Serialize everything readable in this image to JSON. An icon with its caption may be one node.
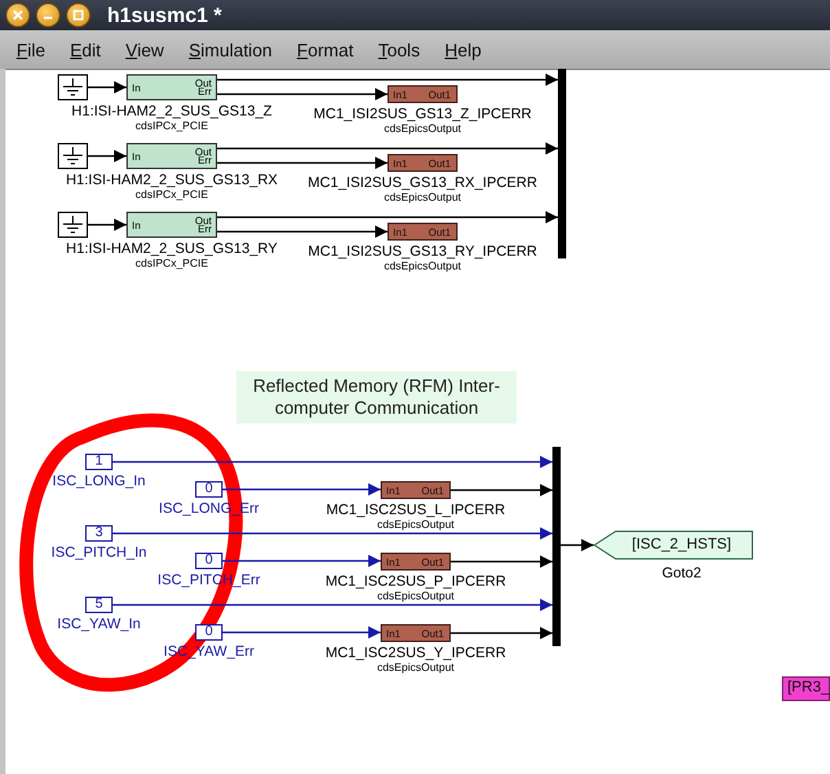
{
  "diagram": {
    "nodes": [
      {
        "text": [],
        "shape": "box"
      },
      {
        "text": [
          "In",
          "Out",
          "Err"
        ],
        "beside": [
          "H1:ISI-HAM2_2_SUS_GS13_Z",
          "cdsIPCx_PCIE"
        ]
      },
      {
        "text": [
          "In1",
          "Out1"
        ],
        "beside": [
          "MC1_ISI2SUS_GS13_Z_IPCERR",
          "cdsEpicsOutput"
        ]
      },
      {
        "text": [],
        "shape": "box"
      },
      {
        "text": [
          "In",
          "Out",
          "Err"
        ],
        "beside": [
          "H1:ISI-HAM2_2_SUS_GS13_RX",
          "cdsIPCx_PCIE"
        ]
      },
      {
        "text": [
          "In1",
          "Out1"
        ],
        "beside": [
          "MC1_ISI2SUS_GS13_RX_IPCERR",
          "cdsEpicsOutput"
        ]
      },
      {
        "text": [],
        "shape": "box"
      },
      {
        "text": [
          "In",
          "Out",
          "Err"
        ],
        "beside": [
          "H1:ISI-HAM2_2_SUS_GS13_RY",
          "cdsIPCx_PCIE"
        ]
      },
      {
        "text": [
          "In1",
          "Out1"
        ],
        "beside": [
          "MC1_ISI2SUS_GS13_RY_IPCERR",
          "cdsEpicsOutput"
        ]
      },
      {
        "text": [],
        "shape": "bar"
      },
      {
        "text": [
          "Reflected Memory (RFM) Inter-computer Communication"
        ]
      },
      {
        "text": [
          "1"
        ],
        "beside": [
          "ISC_LONG_In"
        ]
      },
      {
        "text": [
          "0"
        ],
        "beside": [
          "ISC_LONG_Err"
        ]
      },
      {
        "text": [
          "In1",
          "Out1"
        ],
        "beside": [
          "MC1_ISC2SUS_L_IPCERR",
          "cdsEpicsOutput"
        ]
      },
      {
        "text": [
          "3"
        ],
        "beside": [
          "ISC_PITCH_In"
        ]
      },
      {
        "text": [
          "0"
        ],
        "beside": [
          "ISC_PITCH_Err"
        ]
      },
      {
        "text": [
          "In1",
          "Out1"
        ],
        "beside": [
          "MC1_ISC2SUS_P_IPCERR",
          "cdsEpicsOutput"
        ]
      },
      {
        "text": [
          "5"
        ],
        "beside": [
          "ISC_YAW_In"
        ]
      },
      {
        "text": [
          "0"
        ],
        "beside": [
          "ISC_YAW_Err"
        ]
      },
      {
        "text": [
          "In1",
          "Out1"
        ],
        "beside": [
          "MC1_ISC2SUS_Y_IPCERR",
          "cdsEpicsOutput"
        ]
      },
      {
        "text": [],
        "shape": "bar"
      },
      {
        "text": [
          "[ISC_2_HSTS]"
        ],
        "beside": [
          "Goto2"
        ]
      },
      {
        "text": [
          "[PR3_"
        ]
      }
    ],
    "edges": [
      {
        "from": 0,
        "to": 1,
        "arrow": "to"
      },
      {
        "from": 1,
        "to": 9,
        "arrow": "to"
      },
      {
        "from": 1,
        "to": 2,
        "arrow": "to"
      },
      {
        "from": 3,
        "to": 4,
        "arrow": "to"
      },
      {
        "from": 4,
        "to": 9,
        "arrow": "to"
      },
      {
        "from": 4,
        "to": 5,
        "arrow": "to"
      },
      {
        "from": 6,
        "to": 7,
        "arrow": "to"
      },
      {
        "from": 7,
        "to": 9,
        "arrow": "to"
      },
      {
        "from": 7,
        "to": 8,
        "arrow": "to"
      },
      {
        "from": 11,
        "to": 20,
        "arrow": "to",
        "color": "#1a1aa8"
      },
      {
        "from": 12,
        "to": 13,
        "arrow": "to",
        "color": "#1a1aa8"
      },
      {
        "from": 13,
        "to": 20,
        "arrow": "to"
      },
      {
        "from": 14,
        "to": 20,
        "arrow": "to",
        "color": "#1a1aa8"
      },
      {
        "from": 15,
        "to": 16,
        "arrow": "to",
        "color": "#1a1aa8"
      },
      {
        "from": 16,
        "to": 20,
        "arrow": "to"
      },
      {
        "from": 17,
        "to": 20,
        "arrow": "to",
        "color": "#1a1aa8"
      },
      {
        "from": 18,
        "to": 19,
        "arrow": "to",
        "color": "#1a1aa8"
      },
      {
        "from": 19,
        "to": 20,
        "arrow": "to"
      },
      {
        "from": 20,
        "to": 21,
        "arrow": "to"
      }
    ],
    "labels": [
      "h1susmc1 *",
      "File",
      "Edit",
      "View",
      "Simulation",
      "Format",
      "Tools",
      "Help"
    ]
  }
}
